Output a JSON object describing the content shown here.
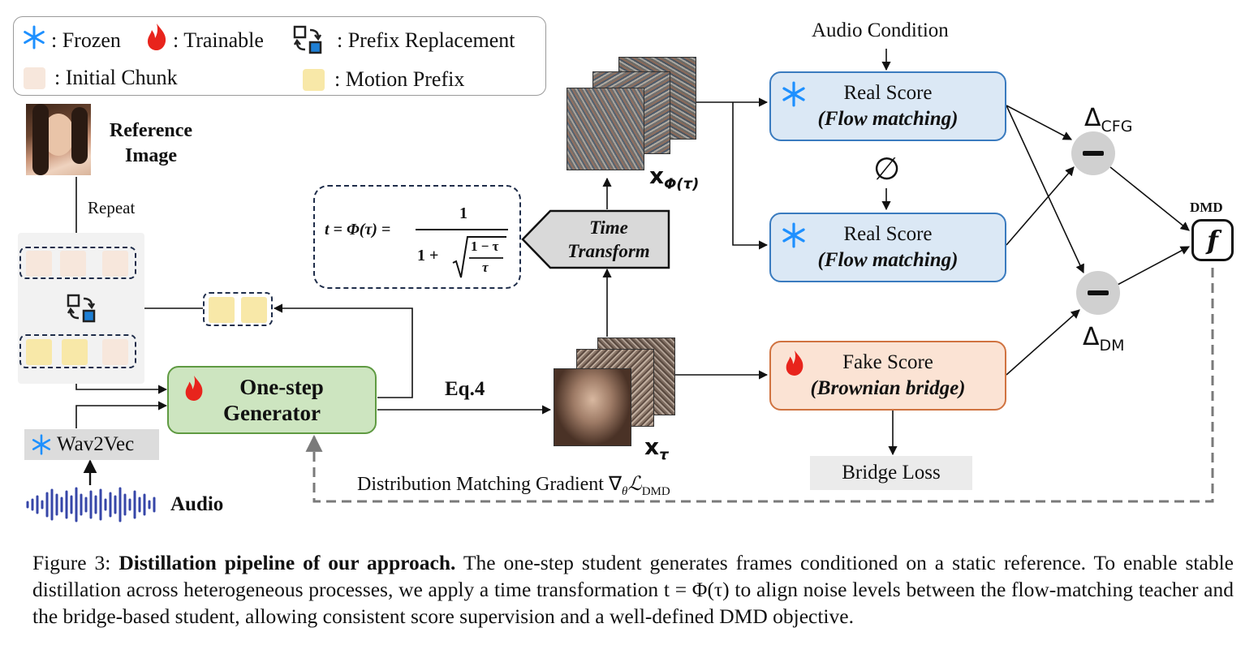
{
  "legend": {
    "frozen": ": Frozen",
    "trainable": ": Trainable",
    "prefix_replacement": ": Prefix Replacement",
    "initial_chunk": ": Initial Chunk",
    "motion_prefix": ": Motion Prefix"
  },
  "reference": {
    "line1": "Reference",
    "line2": "Image"
  },
  "repeat_label": "Repeat",
  "wav2vec_label": "Wav2Vec",
  "audio_label": "Audio",
  "generator": {
    "line1": "One-step",
    "line2": "Generator"
  },
  "eq4_label": "Eq.4",
  "x_tau_label": "x",
  "x_tau_sub": "τ",
  "x_phi_label": "x",
  "x_phi_sub": "Φ(τ)",
  "time_transform": {
    "line1": "Time",
    "line2": "Transform"
  },
  "formula": {
    "lhs": "t = Φ(τ) =",
    "numerator": "1",
    "den_prefix": "1 + ",
    "root_num": "1 − τ",
    "root_den": "τ"
  },
  "audio_condition": "Audio Condition",
  "null_symbol": "∅",
  "real_score_1": {
    "line1": "Real Score",
    "line2": "(Flow matching)"
  },
  "real_score_2": {
    "line1": "Real Score",
    "line2": "(Flow matching)"
  },
  "fake_score": {
    "line1": "Fake Score",
    "line2": "(Brownian bridge)"
  },
  "bridge_loss": "Bridge Loss",
  "delta_cfg": "Δ",
  "delta_cfg_sub": "CFG",
  "delta_dm": "Δ",
  "delta_dm_sub": "DM",
  "dmd_label": "DMD",
  "dmd_symbol": "f",
  "gradient_label": "Distribution Matching Gradient ∇",
  "gradient_sub": "θ",
  "gradient_loss": "ℒ",
  "gradient_loss_sub": "DMD",
  "caption": {
    "prefix": "Figure 3: ",
    "bold": "Distillation pipeline of our approach.",
    "text": " The one-step student generates frames conditioned on a static reference. To enable stable distillation across heterogeneous processes, we apply a time transformation t = Φ(τ) to align noise levels between the flow-matching teacher and the bridge-based student, allowing consistent score supervision and a well-defined DMD objective."
  },
  "colors": {
    "real_fill": "#dbe8f5",
    "real_border": "#3a7bbf",
    "fake_fill": "#fbe3d4",
    "fake_border": "#d07340",
    "gen_fill": "#cde5c0",
    "gen_border": "#5f9a42",
    "snowflake": "#1e90ff",
    "flame": "#e8241c"
  },
  "icons": [
    "snowflake-icon",
    "flame-icon",
    "prefix-replacement-icon",
    "dmd-function-icon",
    "audio-waveform-icon",
    "minus-icon"
  ]
}
